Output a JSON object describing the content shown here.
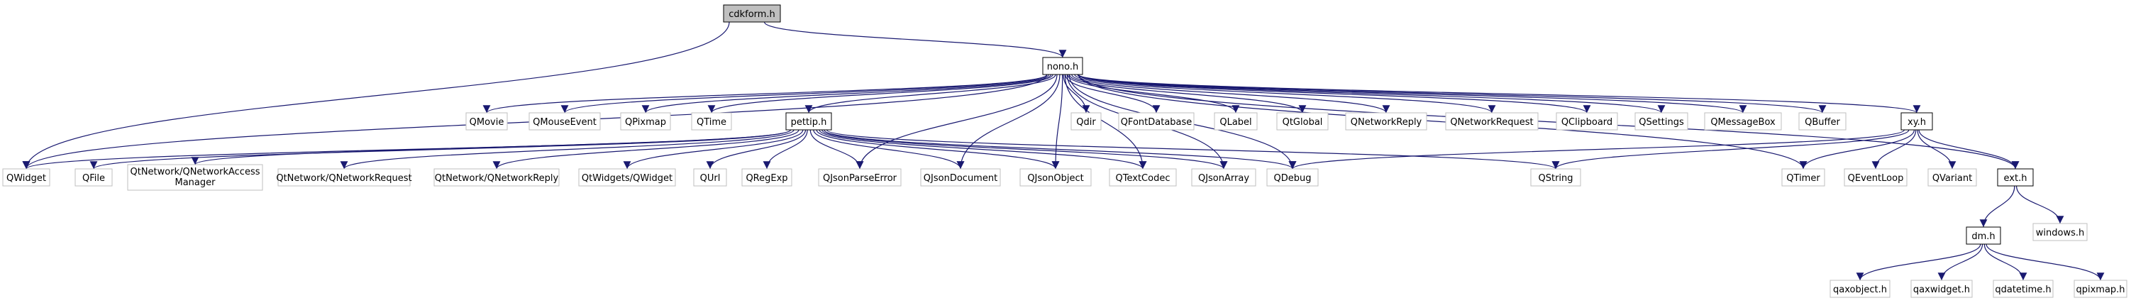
{
  "diagram": {
    "type": "include-dependency-graph",
    "colors": {
      "edge": "#191970",
      "root_fill": "#bfbfbf",
      "external_border": "#bfbfbf",
      "internal_border": "#000000"
    },
    "nodes": [
      {
        "id": "cdkform",
        "label": "cdkform.h",
        "kind": "root"
      },
      {
        "id": "nono",
        "label": "nono.h",
        "kind": "own"
      },
      {
        "id": "qwidget",
        "label": "QWidget",
        "kind": "ext"
      },
      {
        "id": "qmovie",
        "label": "QMovie",
        "kind": "ext"
      },
      {
        "id": "qmouseevent",
        "label": "QMouseEvent",
        "kind": "ext"
      },
      {
        "id": "qpixmap",
        "label": "QPixmap",
        "kind": "ext"
      },
      {
        "id": "qtime",
        "label": "QTime",
        "kind": "ext"
      },
      {
        "id": "pettip",
        "label": "pettip.h",
        "kind": "own"
      },
      {
        "id": "qdir",
        "label": "Qdir",
        "kind": "ext"
      },
      {
        "id": "qfontdatabase",
        "label": "QFontDatabase",
        "kind": "ext"
      },
      {
        "id": "qlabel",
        "label": "QLabel",
        "kind": "ext"
      },
      {
        "id": "qtglobal",
        "label": "QtGlobal",
        "kind": "ext"
      },
      {
        "id": "qnetworkreply",
        "label": "QNetworkReply",
        "kind": "ext"
      },
      {
        "id": "qnetworkrequest",
        "label": "QNetworkRequest",
        "kind": "ext"
      },
      {
        "id": "qclipboard",
        "label": "QClipboard",
        "kind": "ext"
      },
      {
        "id": "qsettings",
        "label": "QSettings",
        "kind": "ext"
      },
      {
        "id": "qmessagebox",
        "label": "QMessageBox",
        "kind": "ext"
      },
      {
        "id": "qbuffer",
        "label": "QBuffer",
        "kind": "ext"
      },
      {
        "id": "xy",
        "label": "xy.h",
        "kind": "own"
      },
      {
        "id": "qfile",
        "label": "QFile",
        "kind": "ext"
      },
      {
        "id": "qtnam",
        "label": "QtNetwork/QNetworkAccess",
        "label2": "Manager",
        "kind": "ext"
      },
      {
        "id": "qtnreq",
        "label": "QtNetwork/QNetworkRequest",
        "kind": "ext"
      },
      {
        "id": "qtnrep",
        "label": "QtNetwork/QNetworkReply",
        "kind": "ext"
      },
      {
        "id": "qtwidget",
        "label": "QtWidgets/QWidget",
        "kind": "ext"
      },
      {
        "id": "qurl",
        "label": "QUrl",
        "kind": "ext"
      },
      {
        "id": "qregexp",
        "label": "QRegExp",
        "kind": "ext"
      },
      {
        "id": "qjsonparseerror",
        "label": "QJsonParseError",
        "kind": "ext"
      },
      {
        "id": "qjsondocument",
        "label": "QJsonDocument",
        "kind": "ext"
      },
      {
        "id": "qjsonobject",
        "label": "QJsonObject",
        "kind": "ext"
      },
      {
        "id": "qtextcodec",
        "label": "QTextCodec",
        "kind": "ext"
      },
      {
        "id": "qjsonarray",
        "label": "QJsonArray",
        "kind": "ext"
      },
      {
        "id": "qdebug",
        "label": "QDebug",
        "kind": "ext"
      },
      {
        "id": "qstring",
        "label": "QString",
        "kind": "ext"
      },
      {
        "id": "qtimer",
        "label": "QTimer",
        "kind": "ext"
      },
      {
        "id": "qeventloop",
        "label": "QEventLoop",
        "kind": "ext"
      },
      {
        "id": "qvariant",
        "label": "QVariant",
        "kind": "ext"
      },
      {
        "id": "ext",
        "label": "ext.h",
        "kind": "own"
      },
      {
        "id": "windows",
        "label": "windows.h",
        "kind": "ext"
      },
      {
        "id": "dm",
        "label": "dm.h",
        "kind": "own"
      },
      {
        "id": "qaxobject",
        "label": "qaxobject.h",
        "kind": "ext"
      },
      {
        "id": "qaxwidget",
        "label": "qaxwidget.h",
        "kind": "ext"
      },
      {
        "id": "qdatetime",
        "label": "qdatetime.h",
        "kind": "ext"
      },
      {
        "id": "qpixmaph",
        "label": "qpixmap.h",
        "kind": "ext"
      }
    ],
    "edges": [
      [
        "cdkform",
        "qwidget"
      ],
      [
        "cdkform",
        "nono"
      ],
      [
        "nono",
        "qwidget"
      ],
      [
        "nono",
        "qmovie"
      ],
      [
        "nono",
        "qmouseevent"
      ],
      [
        "nono",
        "qpixmap"
      ],
      [
        "nono",
        "qtime"
      ],
      [
        "nono",
        "pettip"
      ],
      [
        "nono",
        "qdir"
      ],
      [
        "nono",
        "qfontdatabase"
      ],
      [
        "nono",
        "qlabel"
      ],
      [
        "nono",
        "qtglobal"
      ],
      [
        "nono",
        "qnetworkreply"
      ],
      [
        "nono",
        "qnetworkrequest"
      ],
      [
        "nono",
        "qclipboard"
      ],
      [
        "nono",
        "qsettings"
      ],
      [
        "nono",
        "qmessagebox"
      ],
      [
        "nono",
        "qbuffer"
      ],
      [
        "nono",
        "xy"
      ],
      [
        "nono",
        "ext"
      ],
      [
        "nono",
        "qtimer"
      ],
      [
        "nono",
        "qjsonparseerror"
      ],
      [
        "nono",
        "qjsondocument"
      ],
      [
        "nono",
        "qjsonobject"
      ],
      [
        "nono",
        "qtextcodec"
      ],
      [
        "nono",
        "qjsonarray"
      ],
      [
        "nono",
        "qdebug"
      ],
      [
        "pettip",
        "qwidget"
      ],
      [
        "pettip",
        "qfile"
      ],
      [
        "pettip",
        "qtnam"
      ],
      [
        "pettip",
        "qtnreq"
      ],
      [
        "pettip",
        "qtnrep"
      ],
      [
        "pettip",
        "qtwidget"
      ],
      [
        "pettip",
        "qurl"
      ],
      [
        "pettip",
        "qregexp"
      ],
      [
        "pettip",
        "qjsonparseerror"
      ],
      [
        "pettip",
        "qjsondocument"
      ],
      [
        "pettip",
        "qjsonobject"
      ],
      [
        "pettip",
        "qtextcodec"
      ],
      [
        "pettip",
        "qjsonarray"
      ],
      [
        "pettip",
        "qdebug"
      ],
      [
        "pettip",
        "qstring"
      ],
      [
        "xy",
        "qdebug"
      ],
      [
        "xy",
        "qstring"
      ],
      [
        "xy",
        "qtimer"
      ],
      [
        "xy",
        "qeventloop"
      ],
      [
        "xy",
        "qvariant"
      ],
      [
        "xy",
        "ext"
      ],
      [
        "ext",
        "dm"
      ],
      [
        "ext",
        "windows"
      ],
      [
        "dm",
        "qaxobject"
      ],
      [
        "dm",
        "qaxwidget"
      ],
      [
        "dm",
        "qdatetime"
      ],
      [
        "dm",
        "qpixmaph"
      ]
    ]
  }
}
